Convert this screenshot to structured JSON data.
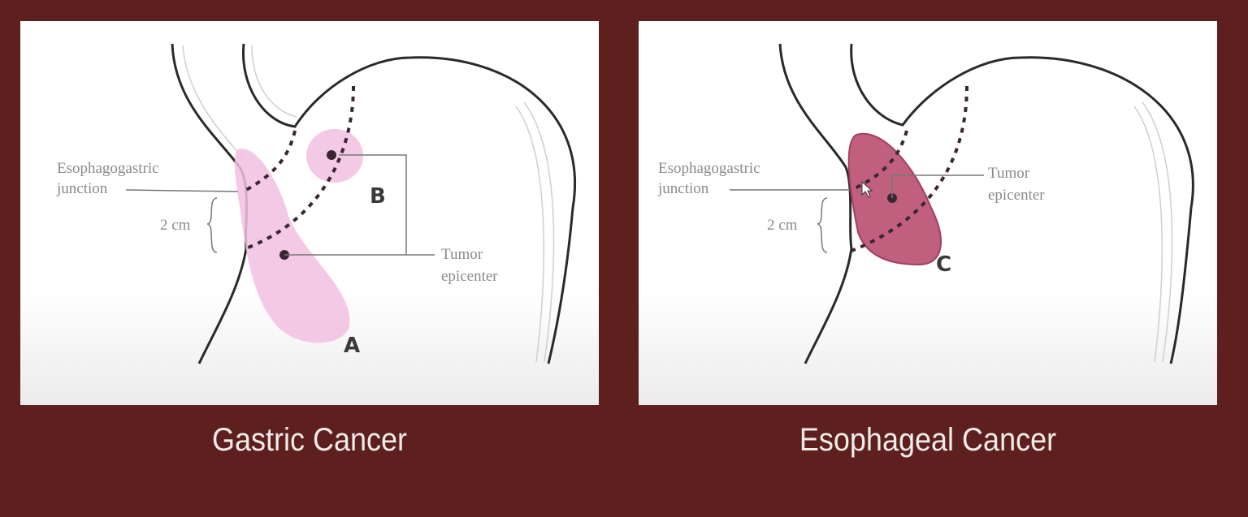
{
  "slide": {
    "background_color": "#5e1f1f",
    "panels": [
      {
        "caption": "Gastric Cancer",
        "labels": {
          "egj_line1": "Esophagogastric",
          "egj_line2": "junction",
          "distance": "2 cm",
          "tumor_line1": "Tumor",
          "tumor_line2": "epicenter",
          "tumor_a": "A",
          "tumor_b": "B"
        },
        "tumor_color": "#f2bfe0"
      },
      {
        "caption": "Esophageal Cancer",
        "labels": {
          "egj_line1": "Esophagogastric",
          "egj_line2": "junction",
          "distance": "2 cm",
          "tumor_line1": "Tumor",
          "tumor_line2": "epicenter",
          "tumor_c": "C"
        },
        "tumor_color": "#c0607e"
      }
    ]
  }
}
